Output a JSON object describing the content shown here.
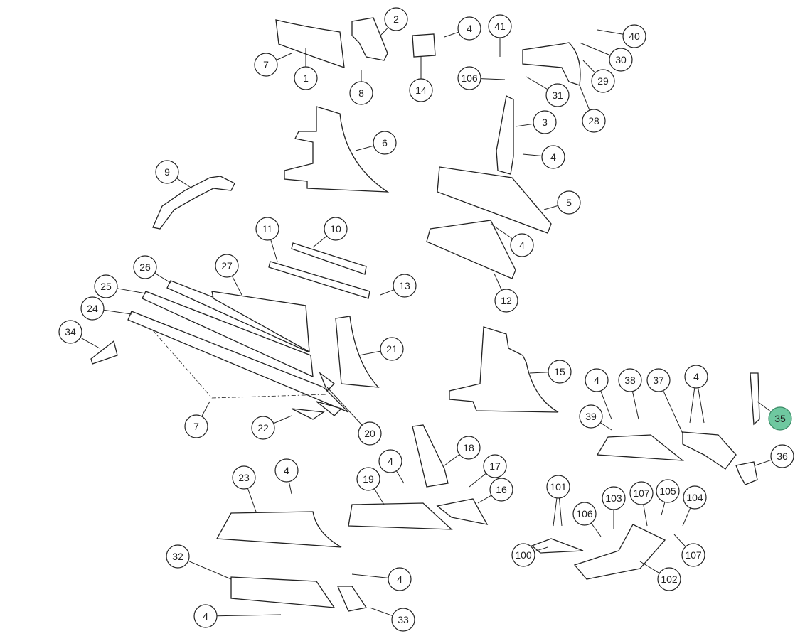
{
  "diagram": {
    "type": "exploded-parts-diagram",
    "highlight_color": "#6fc8a0",
    "highlighted_callout": "35",
    "callouts": [
      "7",
      "1",
      "2",
      "8",
      "4",
      "14",
      "41",
      "40",
      "30",
      "29",
      "106",
      "31",
      "28",
      "3",
      "6",
      "4",
      "9",
      "5",
      "11",
      "10",
      "4",
      "12",
      "26",
      "27",
      "25",
      "13",
      "24",
      "34",
      "21",
      "15",
      "4",
      "38",
      "37",
      "4",
      "35",
      "39",
      "36",
      "7",
      "22",
      "20",
      "18",
      "4",
      "17",
      "16",
      "23",
      "4",
      "19",
      "101",
      "103",
      "107",
      "105",
      "104",
      "106",
      "100",
      "107",
      "102",
      "32",
      "4",
      "4",
      "33"
    ]
  }
}
